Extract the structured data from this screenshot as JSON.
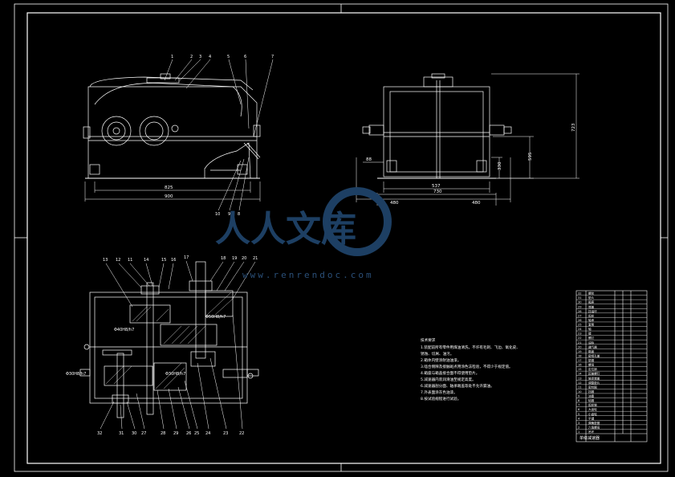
{
  "dims": {
    "front_inner_width": "825",
    "front_overall_width": "900",
    "side_center_width": "537",
    "side_overall_width": "730",
    "side_left_offset": "480",
    "side_right_offset": "480",
    "shaft_height": "88",
    "height_330": "330",
    "height_595": "595",
    "overall_height": "723"
  },
  "front_callouts": [
    "1",
    "2",
    "3",
    "4",
    "5",
    "6",
    "7",
    "10",
    "9",
    "8"
  ],
  "plan_callouts_top": [
    "13",
    "12",
    "11",
    "14",
    "15",
    "16",
    "17",
    "18",
    "19",
    "20",
    "21"
  ],
  "plan_callouts_bottom": [
    "32",
    "31",
    "30",
    "27",
    "28",
    "29",
    "26",
    "25",
    "24",
    "23",
    "22"
  ],
  "fits": {
    "fit_top_left": "Φ40H8/h7",
    "fit_mid_right": "Φ50H8/h7",
    "fit_bottom_left": "Φ30H8/h7",
    "fit_bottom_mid": "Φ30H8/h7"
  },
  "notes": [
    "技术要求",
    "1.装配前所有零件用煤油清洗，不许有毛刺、飞边、氧化皮、",
    "锈蚀、切屑、油污。",
    "2.箱体内壁涂耐油油漆。",
    "3.啮合侧隙及接触斑点用涂色法检验，不得少于规定值。",
    "4.箱座与箱盖接合面不得使用垫片。",
    "5.减速器内装润滑油至规定高度。",
    "6.减速器剖分面、轴承端盖等处不允许漏油。",
    "7.外表面涂灰色油漆。",
    "8.按试验规程进行试验。"
  ],
  "title_block": {
    "drawing_name": "单级减速器",
    "part_rows": [
      "螺栓",
      "垫片",
      "箱座",
      "端盖",
      "挡油环",
      "齿轮",
      "轴承",
      "套筒",
      "轴",
      "键",
      "螺钉",
      "油标",
      "通气器",
      "箱盖",
      "窥视孔盖",
      "垫圈",
      "螺母",
      "定位销",
      "起盖螺钉",
      "轴承端盖",
      "调整垫片",
      "密封圈",
      "挡圈",
      "油塞",
      "毡圈",
      "齿轮轴",
      "大齿轮",
      "小齿轮",
      "平键",
      "弹簧垫圈",
      "六角螺母",
      "吊环"
    ],
    "row_numbers": [
      "32",
      "31",
      "30",
      "29",
      "28",
      "27",
      "26",
      "25",
      "24",
      "23",
      "22",
      "21",
      "20",
      "19",
      "18",
      "17",
      "16",
      "15",
      "14",
      "13",
      "12",
      "11",
      "10",
      "9",
      "8",
      "7",
      "6",
      "5",
      "4",
      "3",
      "2",
      "1"
    ]
  },
  "watermark": {
    "cn": "人人文库",
    "url": "www.renrendoc.com"
  }
}
